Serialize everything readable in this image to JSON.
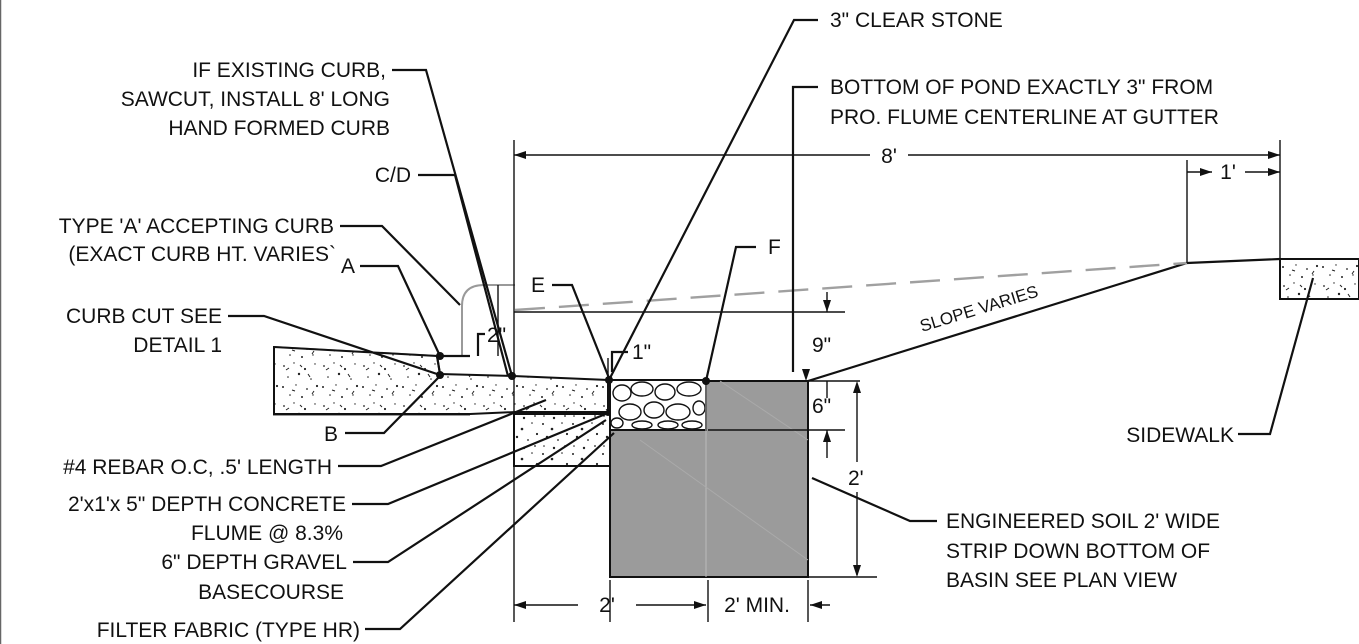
{
  "callouts": {
    "clear_stone": "3\" CLEAR STONE",
    "existing_curb": [
      "IF EXISTING CURB,",
      "SAWCUT, INSTALL 8' LONG",
      "HAND FORMED CURB"
    ],
    "bottom_of_pond": [
      "BOTTOM OF POND EXACTLY 3\" FROM",
      "PRO. FLUME CENTERLINE AT GUTTER"
    ],
    "cd": "C/D",
    "type_a_curb": [
      "TYPE 'A' ACCEPTING CURB",
      "(EXACT CURB HT. VARIES`"
    ],
    "a": "A",
    "b": "B",
    "e": "E",
    "f": "F",
    "curb_cut": [
      "CURB CUT SEE",
      "DETAIL 1"
    ],
    "rebar": "#4 REBAR O.C, .5' LENGTH",
    "concrete_flume": [
      "2'x1'x 5\" DEPTH CONCRETE",
      "FLUME @ 8.3%"
    ],
    "gravel": [
      "6\" DEPTH GRAVEL",
      "BASECOURSE"
    ],
    "filter_fabric": "FILTER FABRIC (TYPE HR)",
    "sidewalk": "SIDEWALK",
    "engineered_soil": [
      "ENGINEERED SOIL 2' WIDE",
      "STRIP DOWN BOTTOM OF",
      "BASIN SEE PLAN VIEW"
    ],
    "slope": "SLOPE VARIES"
  },
  "dimensions": {
    "overall_width": "8'",
    "sidewalk_offset": "1'",
    "curb_2in": "2\"",
    "flume_1in": "1\"",
    "depth_9in": "9\"",
    "depth_6in": "6\"",
    "depth_2ft": "2'",
    "bottom_2ft": "2'",
    "bottom_2ft_min": "2' MIN."
  }
}
